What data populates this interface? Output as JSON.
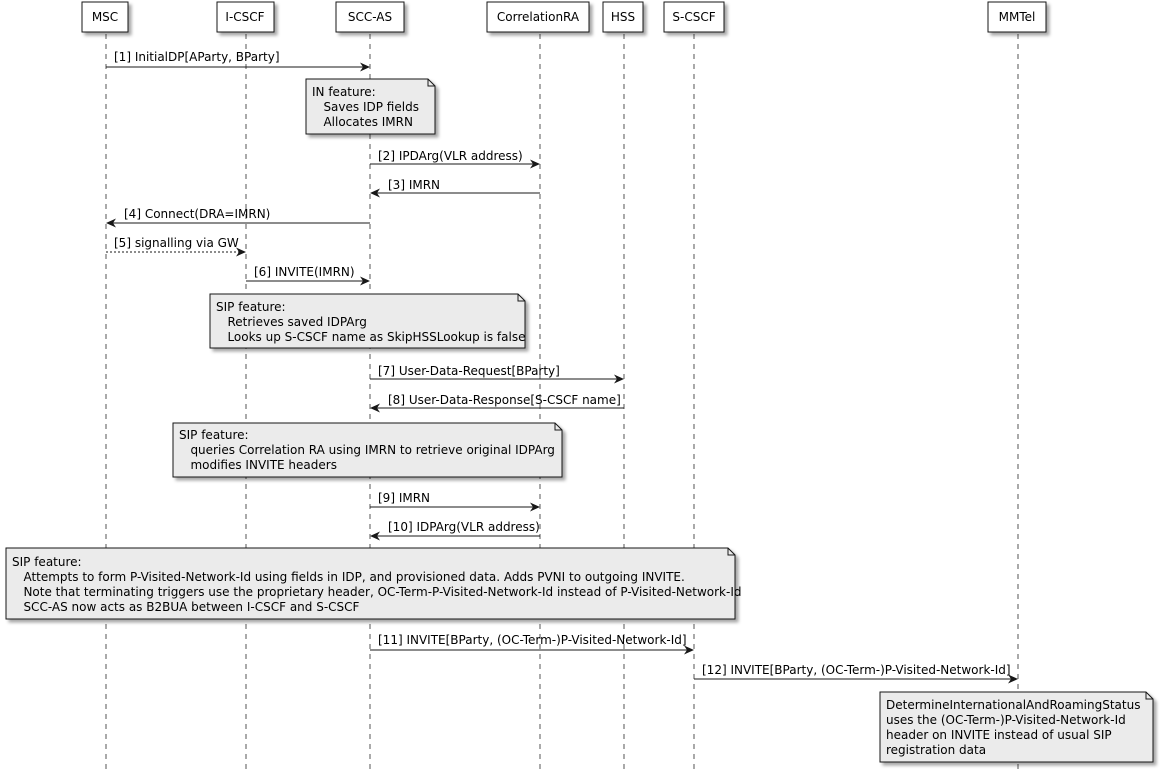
{
  "participants": [
    {
      "id": "msc",
      "label": "MSC"
    },
    {
      "id": "icscf",
      "label": "I-CSCF"
    },
    {
      "id": "sccas",
      "label": "SCC-AS"
    },
    {
      "id": "corr",
      "label": "CorrelationRA"
    },
    {
      "id": "hss",
      "label": "HSS"
    },
    {
      "id": "scscf",
      "label": "S-CSCF"
    },
    {
      "id": "mmtel",
      "label": "MMTel"
    }
  ],
  "messages": [
    {
      "from": "msc",
      "to": "sccas",
      "label": "[1] InitialDP[AParty, BParty]",
      "style": "solid"
    },
    {
      "from": "sccas",
      "to": "corr",
      "label": "[2] IPDArg(VLR address)",
      "style": "solid"
    },
    {
      "from": "corr",
      "to": "sccas",
      "label": "[3] IMRN",
      "style": "solid"
    },
    {
      "from": "sccas",
      "to": "msc",
      "label": "[4] Connect(DRA=IMRN)",
      "style": "solid"
    },
    {
      "from": "msc",
      "to": "icscf",
      "label": "[5] signalling via GW",
      "style": "dashed"
    },
    {
      "from": "icscf",
      "to": "sccas",
      "label": "[6] INVITE(IMRN)",
      "style": "solid"
    },
    {
      "from": "sccas",
      "to": "hss",
      "label": "[7] User-Data-Request[BParty]",
      "style": "solid"
    },
    {
      "from": "hss",
      "to": "sccas",
      "label": "[8] User-Data-Response[S-CSCF name]",
      "style": "solid"
    },
    {
      "from": "sccas",
      "to": "corr",
      "label": "[9] IMRN",
      "style": "solid"
    },
    {
      "from": "corr",
      "to": "sccas",
      "label": "[10] IDPArg(VLR address)",
      "style": "solid"
    },
    {
      "from": "sccas",
      "to": "scscf",
      "label": "[11] INVITE[BParty, (OC-Term-)P-Visited-Network-Id]",
      "style": "solid"
    },
    {
      "from": "scscf",
      "to": "mmtel",
      "label": "[12] INVITE[BParty, (OC-Term-)P-Visited-Network-Id]",
      "style": "solid"
    }
  ],
  "notes": [
    {
      "id": "note-in-feature",
      "lines": [
        "IN feature:",
        "   Saves IDP fields",
        "   Allocates IMRN"
      ]
    },
    {
      "id": "note-sip-feature-1",
      "lines": [
        "SIP feature:",
        "   Retrieves saved IDPArg",
        "   Looks up S-CSCF name as SkipHSSLookup is false"
      ]
    },
    {
      "id": "note-sip-feature-2",
      "lines": [
        "SIP feature:",
        "   queries Correlation RA using IMRN to retrieve original IDPArg",
        "   modifies INVITE headers"
      ]
    },
    {
      "id": "note-sip-feature-3",
      "lines": [
        "SIP feature:",
        "   Attempts to form P-Visited-Network-Id using fields in IDP, and provisioned data. Adds PVNI to outgoing INVITE.",
        "   Note that terminating triggers use the proprietary header, OC-Term-P-Visited-Network-Id instead of P-Visited-Network-Id",
        "   SCC-AS now acts as B2BUA between I-CSCF and S-CSCF"
      ]
    },
    {
      "id": "note-mmtel",
      "lines": [
        "DetermineInternationalAndRoamingStatus",
        "uses the (OC-Term-)P-Visited-Network-Id",
        "header on INVITE instead of usual SIP",
        "registration data"
      ]
    }
  ],
  "colors": {
    "participant_fill": "#ffffff",
    "participant_border": "#181818",
    "lifeline": "#555555",
    "arrow": "#181818",
    "note_fill": "#ebebeb",
    "note_border": "#181818"
  }
}
